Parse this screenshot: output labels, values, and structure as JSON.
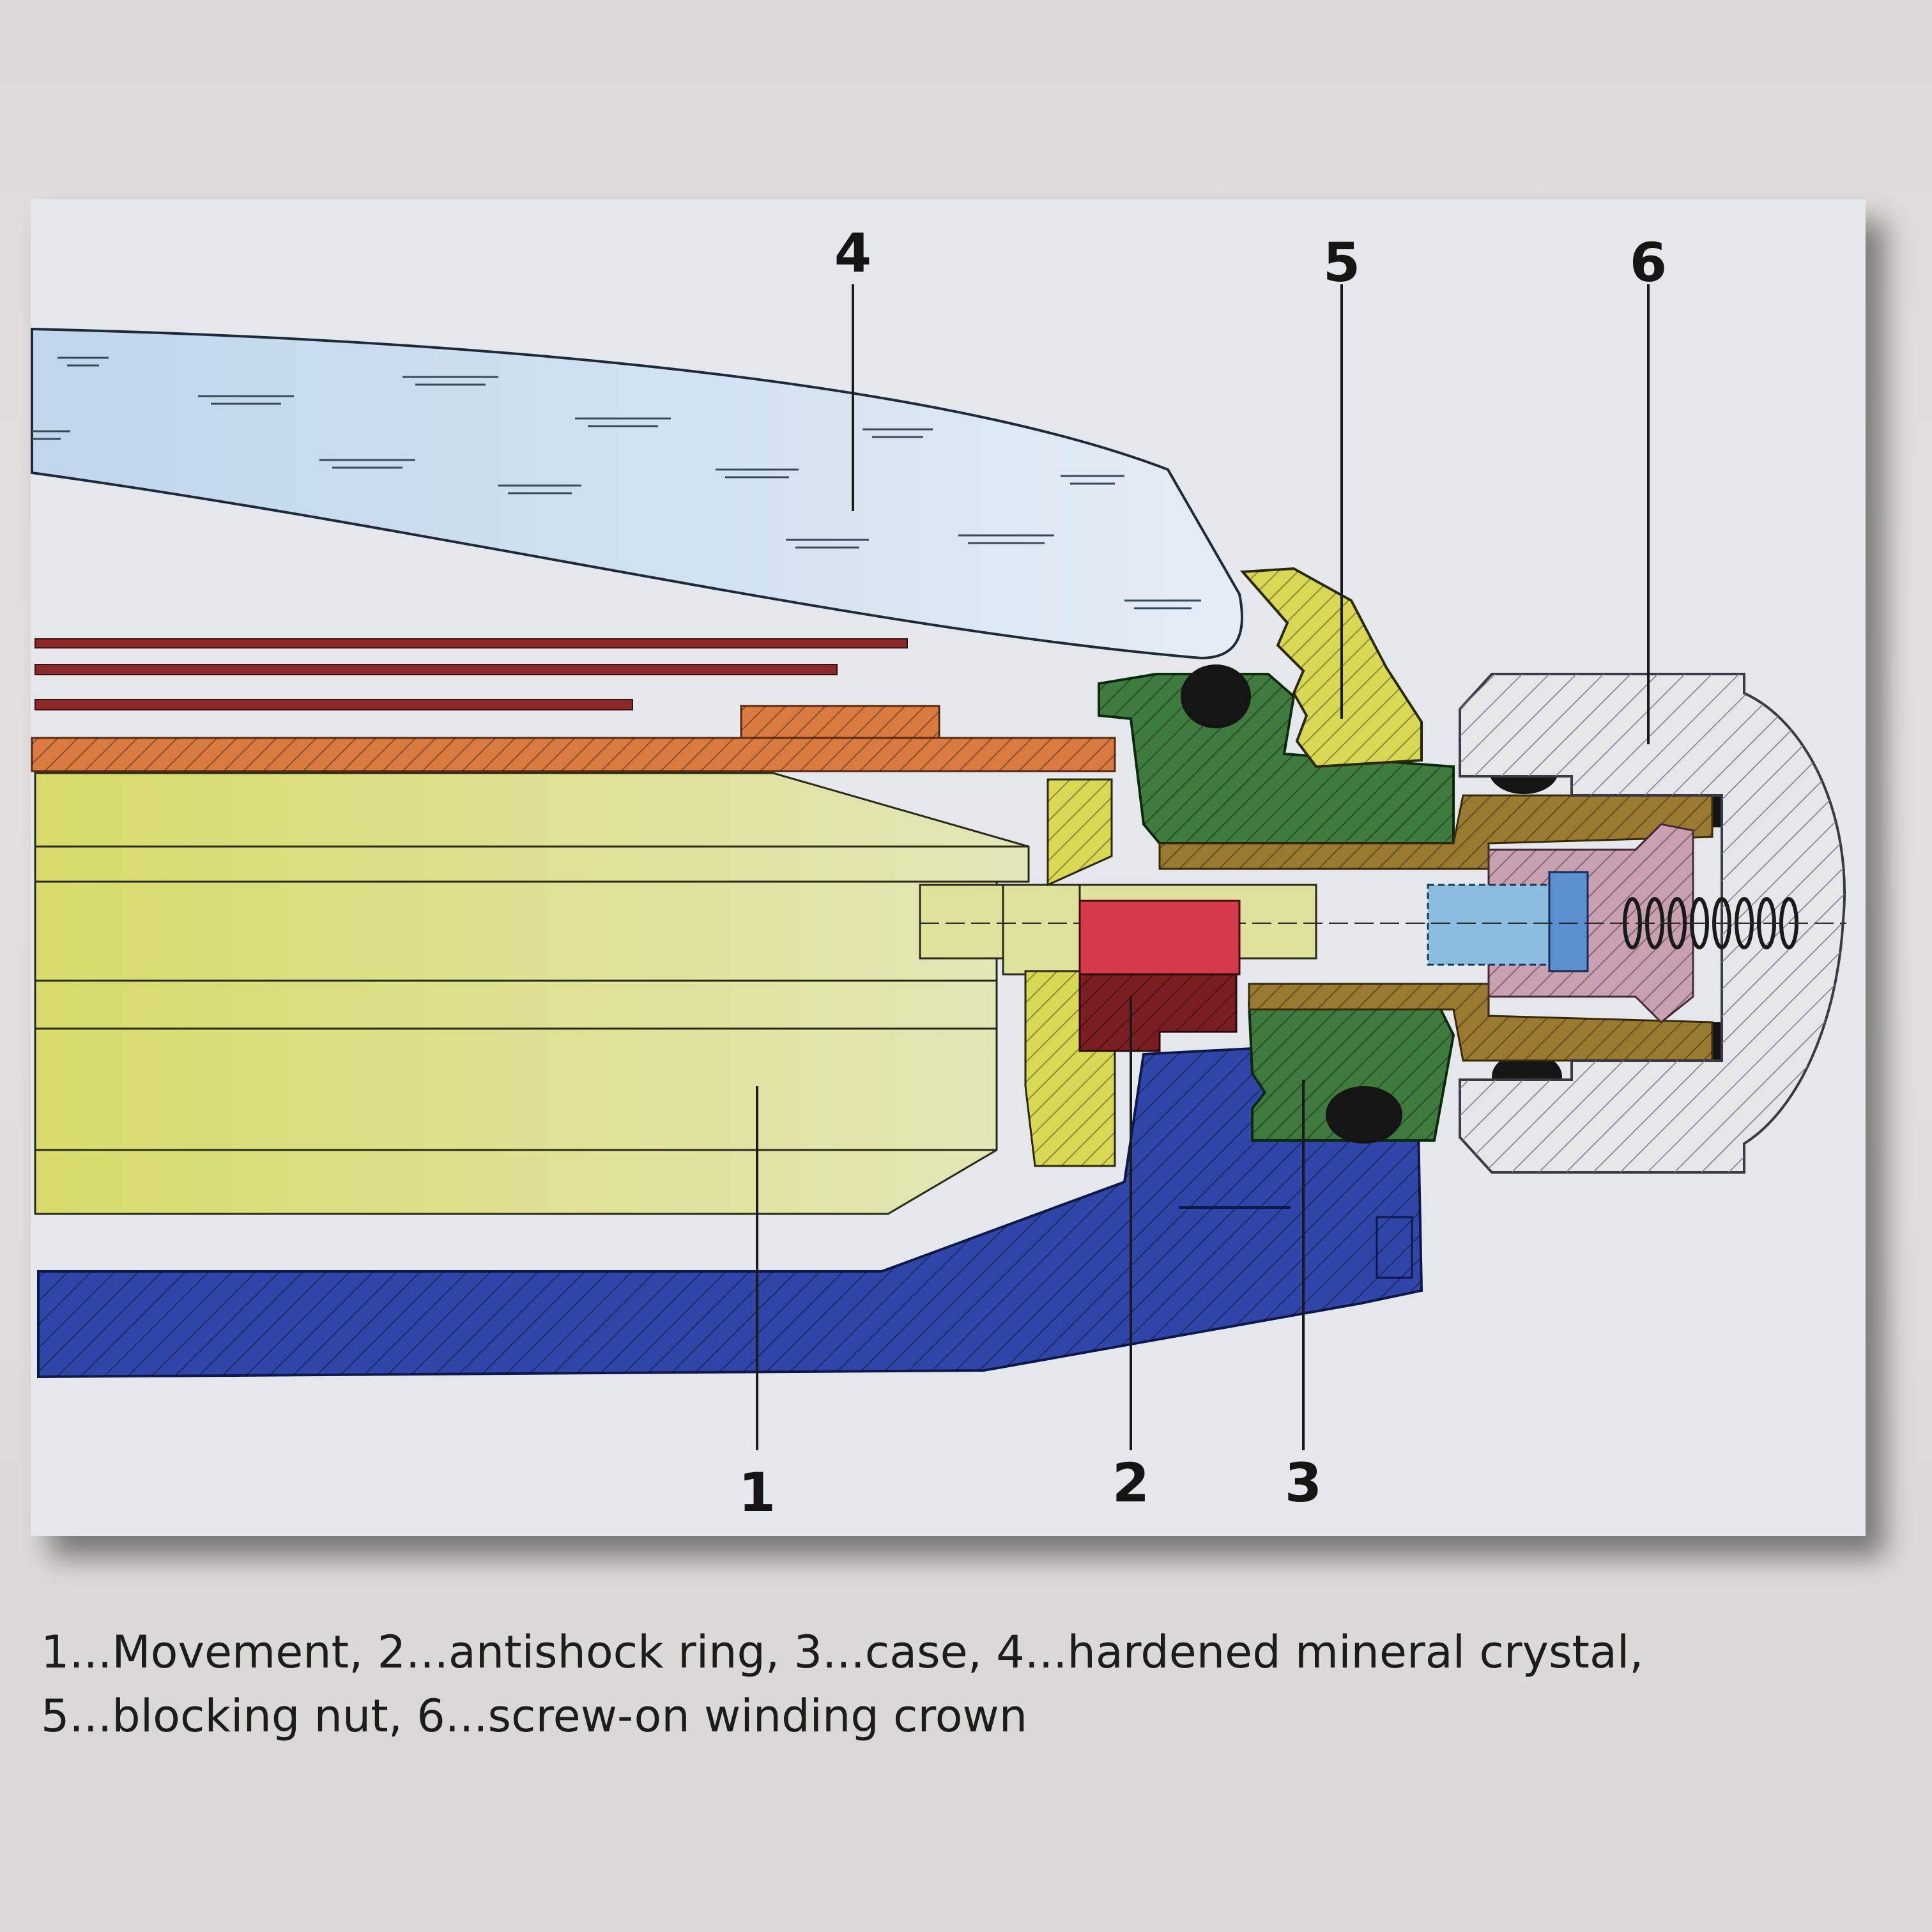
{
  "figure": {
    "callouts": {
      "movement": "1",
      "antishock_ring": "2",
      "case": "3",
      "crystal": "4",
      "blocking_nut": "5",
      "crown": "6"
    }
  },
  "caption": {
    "line1": "1...Movement, 2...antishock ring, 3...case,  4...hardened mineral crystal,",
    "line2": "5...blocking nut,  6...screw-on winding crown"
  },
  "colors": {
    "crystal": "#cfe0ee",
    "movement": "#d8dc7a",
    "case": "#2f46a8",
    "antishock_ring": "#d23a4a",
    "blocking_nut": "#d9d855",
    "case_tube": "#3f7a3f",
    "crown": "#e6e6ea",
    "crown_tube": "#9a7a30",
    "dial": "#d97a40",
    "hands": "#8c2a2a"
  }
}
